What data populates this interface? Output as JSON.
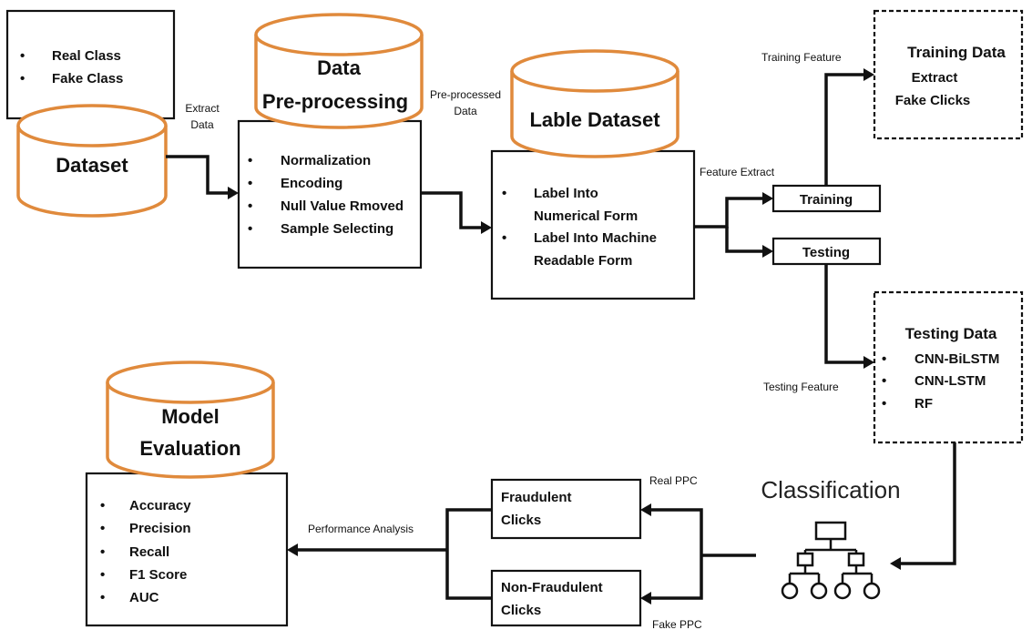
{
  "classes": {
    "items": [
      "Real Class",
      "Fake Class"
    ]
  },
  "dataset": {
    "title": "Dataset"
  },
  "extract_data_label": [
    "Extract",
    "Data"
  ],
  "preprocessing": {
    "title_line1": "Data",
    "title_line2": "Pre-processing",
    "items": [
      "Normalization",
      "Encoding",
      "Null Value Rmoved",
      "Sample Selecting"
    ]
  },
  "preprocessed_label": [
    "Pre-processed",
    "Data"
  ],
  "label_dataset": {
    "title": "Lable Dataset",
    "items": [
      [
        "Label Into",
        "Numerical Form"
      ],
      [
        "Label Into Machine",
        "Readable Form"
      ]
    ]
  },
  "feature_extract_label": "Feature Extract",
  "training": {
    "label": "Training"
  },
  "testing": {
    "label": "Testing"
  },
  "training_feature_label": "Training  Feature",
  "testing_feature_label": "Testing  Feature",
  "training_data": {
    "title": "Training Data",
    "lines": [
      "Extract",
      "Fake Clicks"
    ]
  },
  "testing_data": {
    "title": "Testing Data",
    "items": [
      "CNN-BiLSTM",
      "CNN-LSTM",
      "RF"
    ]
  },
  "classification": {
    "label": "Classification",
    "icon": "hierarchy-icon"
  },
  "real_ppc_label": "Real PPC",
  "fake_ppc_label": "Fake PPC",
  "fraudulent": {
    "lines": [
      "Fraudulent",
      "Clicks"
    ]
  },
  "non_fraudulent": {
    "lines": [
      "Non-Fraudulent",
      "Clicks"
    ]
  },
  "performance_label": "Performance Analysis",
  "model_evaluation": {
    "title_line1": "Model",
    "title_line2": "Evaluation",
    "items": [
      "Accuracy",
      "Precision",
      "Recall",
      "F1 Score",
      "AUC"
    ]
  },
  "colors": {
    "cylinder_stroke": "#e08a3c",
    "line": "#111111"
  }
}
